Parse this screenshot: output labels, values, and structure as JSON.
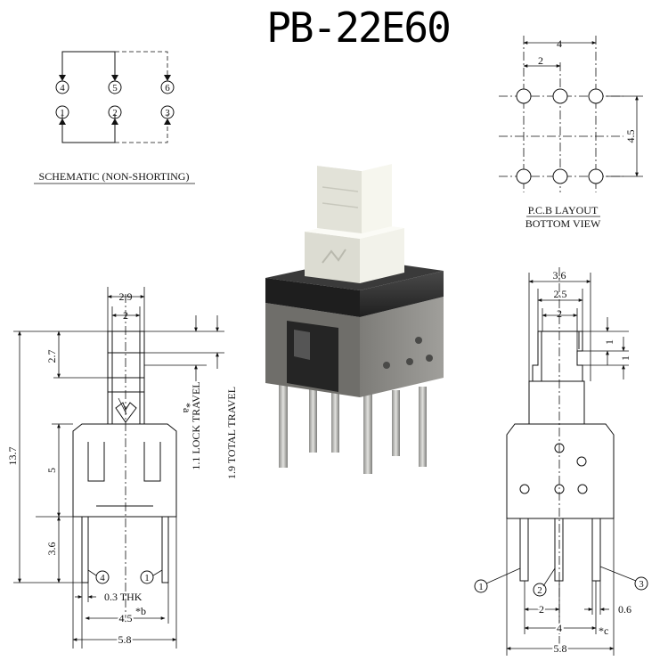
{
  "title": "PB-22E60",
  "schematic": {
    "label": "SCHEMATIC (NON-SHORTING)",
    "pins_top": [
      "4",
      "5",
      "6"
    ],
    "pins_bottom": [
      "1",
      "2",
      "3"
    ]
  },
  "pcb": {
    "label_line1": "P.C.B LAYOUT",
    "label_line2": "BOTTOM VIEW",
    "dim_pitch_total": "4",
    "dim_pitch": "2",
    "dim_row_spacing": "4.5"
  },
  "side_view": {
    "dim_body_width": "5.8",
    "dim_stem_width": "2.9",
    "dim_inner_width": "2",
    "dim_stem_height": "2.7",
    "dim_total_height": "13.7",
    "dim_body_height": "5",
    "dim_pin_length": "3.6",
    "note_a": "*a",
    "lock_travel": "1.1 LOCK TRAVEL",
    "total_travel": "1.9 TOTAL TRAVEL",
    "thickness": "0.3 THK",
    "note_b": "*b",
    "pin_spacing": "4.5",
    "pin_left": "4",
    "pin_right": "1"
  },
  "front_view": {
    "dim_top": "3.6",
    "dim_mid": "2.5",
    "dim_inner": "2",
    "dim_step1": "1",
    "dim_step2": "1",
    "pins": [
      "1",
      "2",
      "3"
    ],
    "dim_pitch": "2",
    "dim_pitch_total": "4",
    "dim_pin_width": "0.6",
    "note_c": "*c",
    "dim_body_width": "5.8"
  },
  "colors": {
    "housing_dark": "#2b2b2b",
    "housing_gray": "#8a8985",
    "button_white": "#eeeee6",
    "pin_metal": "#b9b9b6"
  }
}
